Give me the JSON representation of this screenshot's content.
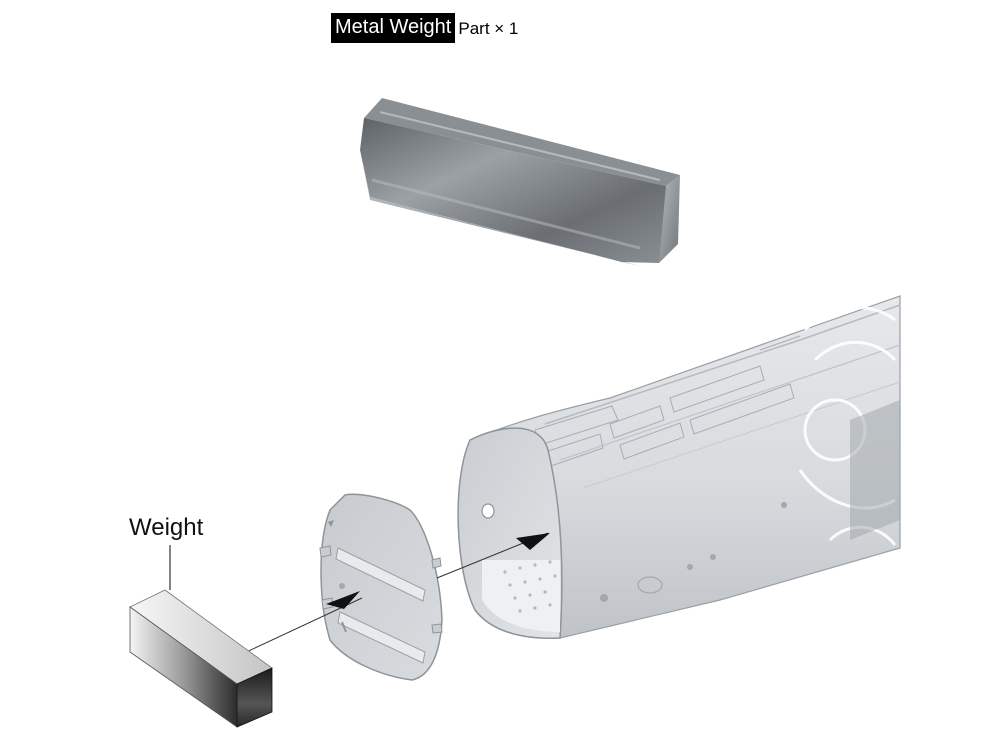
{
  "header": {
    "part_name": "Metal Weight",
    "quantity_text": "Part × 1"
  },
  "callouts": {
    "weight_label": "Weight"
  },
  "colors": {
    "shell_fill": "#d9dcdf",
    "shell_shadow": "#b8bcc1",
    "metal_light": "#a9aeb3",
    "metal_dark": "#3c3f43",
    "badge_bg": "#000000",
    "badge_text": "#ffffff"
  }
}
